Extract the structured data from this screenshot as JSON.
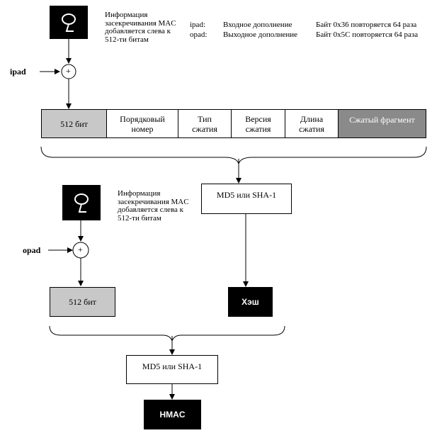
{
  "note_text": "Информация засекречивания MAC добавляется слева к 512-ти битам",
  "legend": [
    {
      "key": "ipad:",
      "name": "Входное дополнение",
      "desc": "Байт 0x36 повторяется 64 раза"
    },
    {
      "key": "opad:",
      "name": "Выходное дополнение",
      "desc": "Байт 0x5C повторяется 64 раза"
    }
  ],
  "ipad_label": "ipad",
  "opad_label": "opad",
  "plus_sign": "+",
  "record": [
    "512 бит",
    "Порядковый номер",
    "Тип сжатия",
    "Версия сжатия",
    "Длина сжатия",
    "Сжатый фрагмент"
  ],
  "hash_box_1": "MD5 или SHA-1",
  "hash_result": "Хэш",
  "block_512": "512 бит",
  "hash_box_2": "MD5 или SHA-1",
  "hmac": "HMAC",
  "colors": {
    "light_gray": "#c8c8c8",
    "dark_gray": "#8a8a8a",
    "black": "#000000"
  }
}
